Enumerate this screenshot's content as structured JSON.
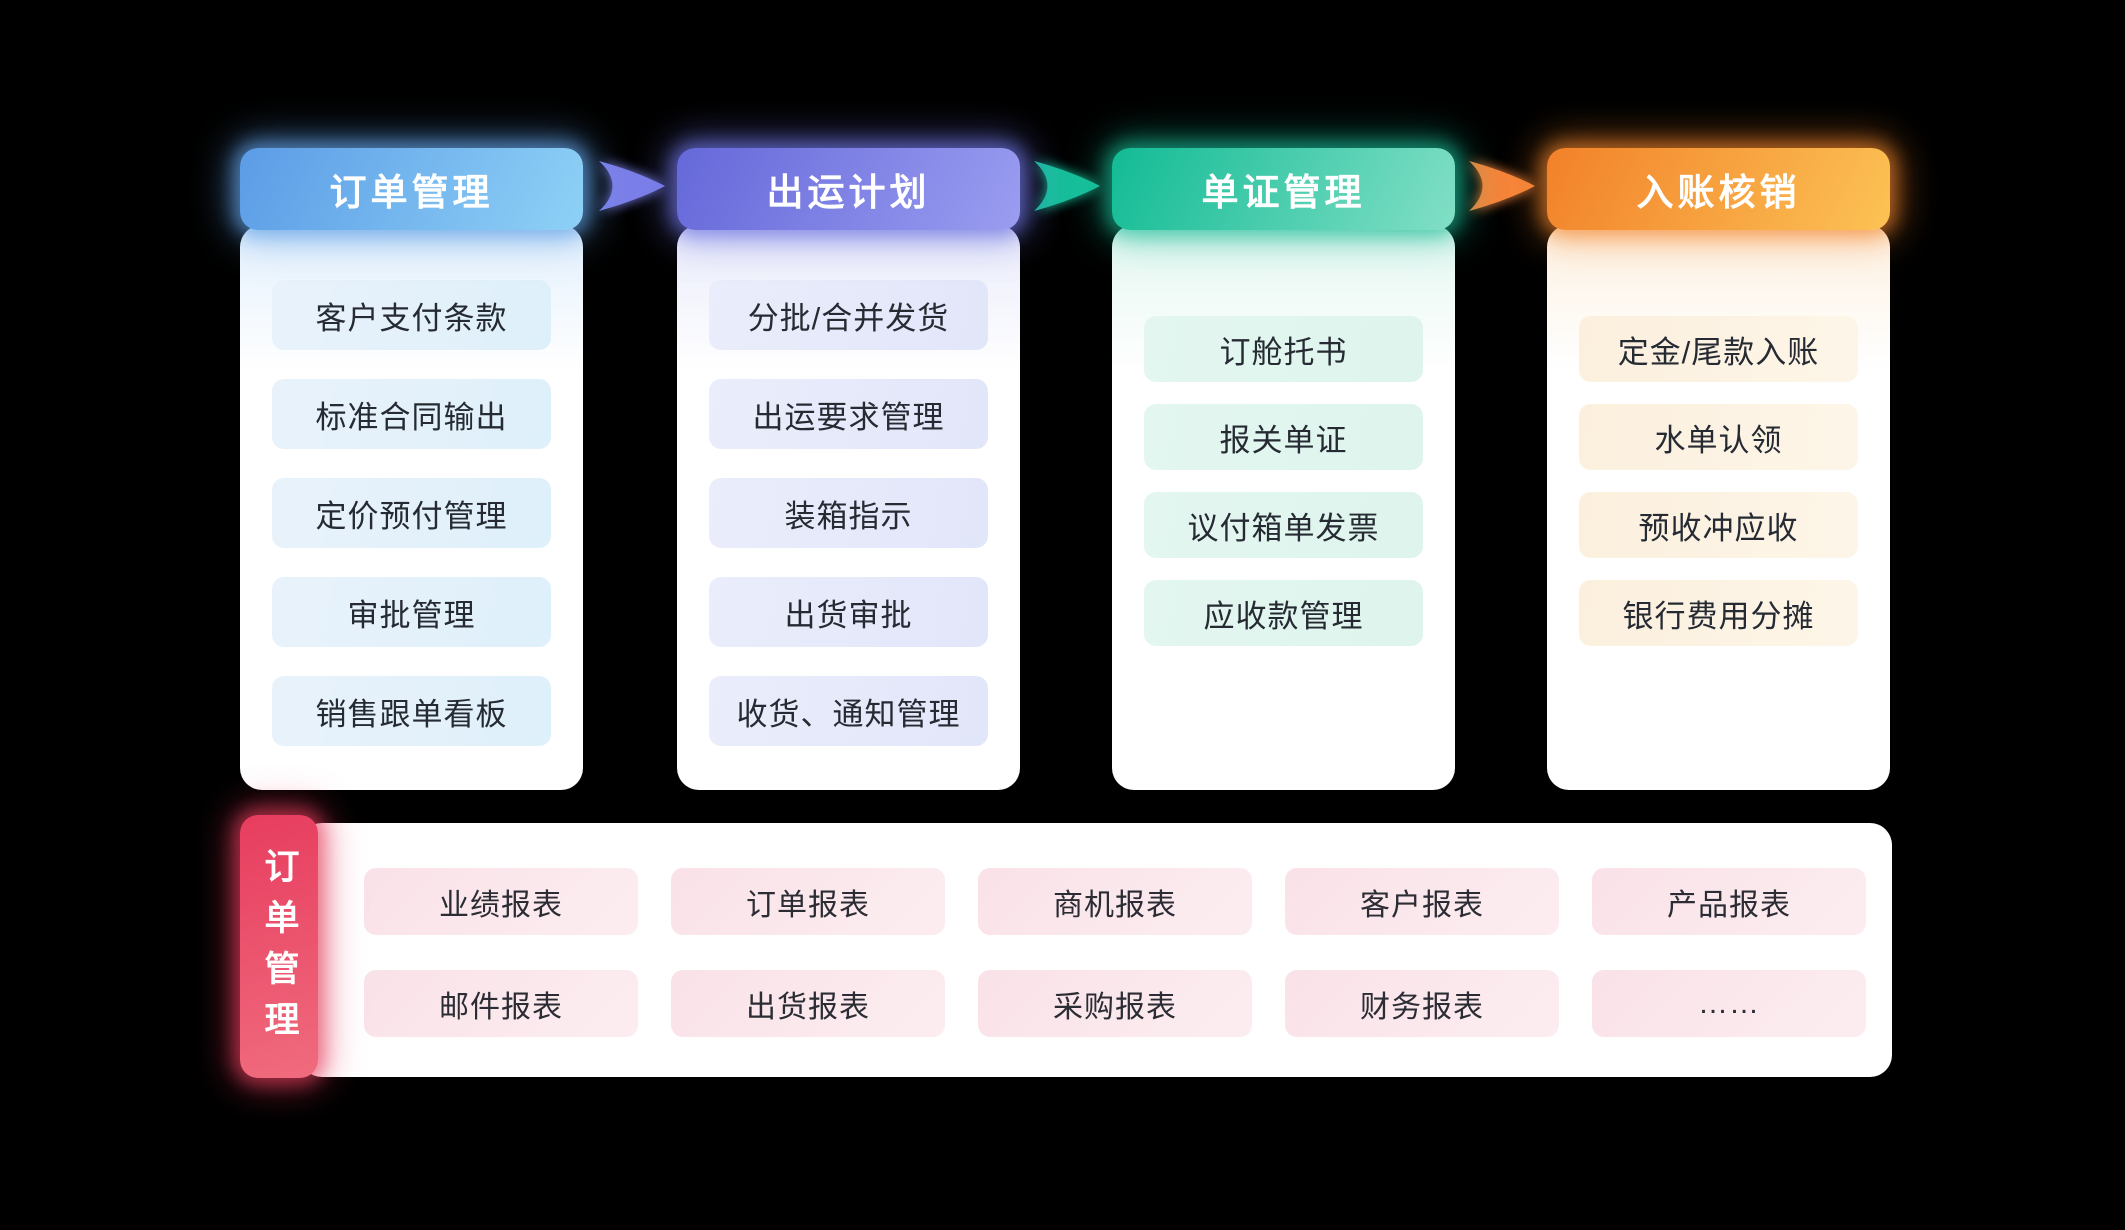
{
  "canvas": {
    "background": "#000000"
  },
  "flow_columns": [
    {
      "title": "订单管理",
      "theme": {
        "header_from": "#5b9ce6",
        "header_to": "#8ed1f6",
        "glow": "rgba(98,162,232,0.55)",
        "item_from": "#e9f2fb",
        "item_to": "#def0fa",
        "card_tint": "#e3f0fc"
      },
      "items": [
        "客户支付条款",
        "标准合同输出",
        "定价预付管理",
        "审批管理",
        "销售跟单看板"
      ]
    },
    {
      "title": "出运计划",
      "theme": {
        "header_from": "#6568d9",
        "header_to": "#9a9df0",
        "glow": "rgba(112,116,226,0.55)",
        "item_from": "#eaedfb",
        "item_to": "#e2e6f9",
        "card_tint": "#e9ebfa"
      },
      "items": [
        "分批/合并发货",
        "出运要求管理",
        "装箱指示",
        "出货审批",
        "收货、通知管理"
      ]
    },
    {
      "title": "单证管理",
      "theme": {
        "header_from": "#12bb95",
        "header_to": "#82dfc6",
        "glow": "rgba(26,190,152,0.5)",
        "item_from": "#e3f7f0",
        "item_to": "#def4ec",
        "card_tint": "#e4f7f1"
      },
      "items": [
        "订舱托书",
        "报关单证",
        "议付箱单发票",
        "应收款管理"
      ]
    },
    {
      "title": "入账核销",
      "theme": {
        "header_from": "#f2812a",
        "header_to": "#fcc254",
        "glow": "rgba(245,135,45,0.5)",
        "item_from": "#fcefde",
        "item_to": "#fdf6e8",
        "card_tint": "#fdf1e2"
      },
      "items": [
        "定金/尾款入账",
        "水单认领",
        "预收冲应收",
        "银行费用分摊"
      ]
    }
  ],
  "arrows": [
    {
      "color": "#7c7fe9"
    },
    {
      "color": "#17bf9b"
    },
    {
      "color": "#f6853b"
    }
  ],
  "reports_panel": {
    "tab_label": "订单管理",
    "theme": {
      "tab_from": "#e73d5e",
      "tab_to": "#f06b7e",
      "glow": "rgba(231,61,94,0.5)",
      "item_from": "#f9e2e8",
      "item_to": "#fcedf0"
    },
    "rows": [
      [
        "业绩报表",
        "订单报表",
        "商机报表",
        "客户报表",
        "产品报表"
      ],
      [
        "邮件报表",
        "出货报表",
        "采购报表",
        "财务报表",
        "……"
      ]
    ]
  }
}
